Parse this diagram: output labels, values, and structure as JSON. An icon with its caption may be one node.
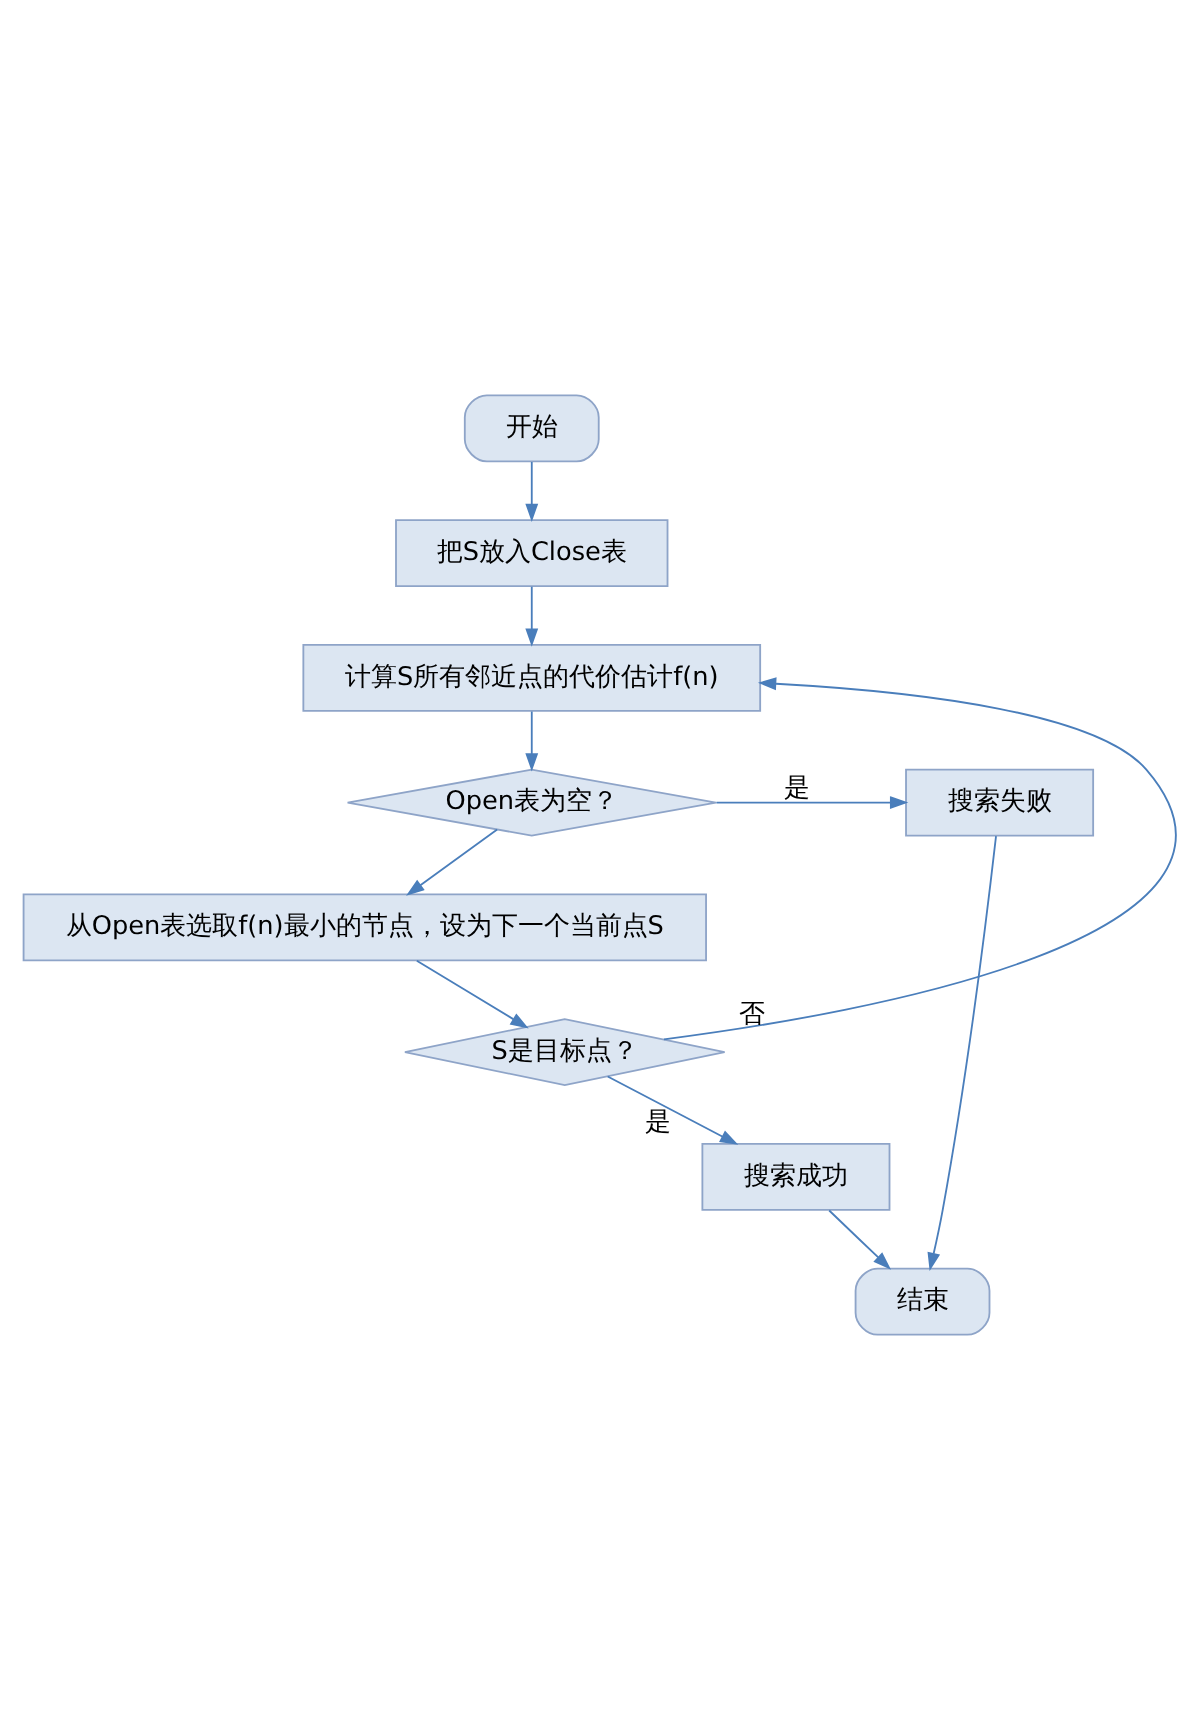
{
  "diagram": {
    "nodes": [
      {
        "text": [
          "开始"
        ]
      },
      {
        "text": [
          "把S放入Close表"
        ]
      },
      {
        "text": [
          "计算S所有邻近点的代价估计f(n)"
        ]
      },
      {
        "text": [
          "Open表为空？"
        ]
      },
      {
        "text": [
          "搜索失败"
        ]
      },
      {
        "text": [
          "从Open表选取f(n)最小的节点，设为下一个当前点S"
        ]
      },
      {
        "text": [
          "S是目标点？"
        ]
      },
      {
        "text": [
          "搜索成功"
        ]
      },
      {
        "text": [
          "结束"
        ]
      }
    ],
    "edges": [
      {
        "from": 0,
        "to": 1,
        "arrow": "to"
      },
      {
        "from": 1,
        "to": 2,
        "arrow": "to"
      },
      {
        "from": 2,
        "to": 3,
        "arrow": "to"
      },
      {
        "from": 3,
        "to": 4,
        "arrow": "to",
        "label": "是"
      },
      {
        "from": 3,
        "to": 5,
        "arrow": "to"
      },
      {
        "from": 5,
        "to": 6,
        "arrow": "to"
      },
      {
        "from": 6,
        "to": 2,
        "arrow": "to",
        "label": "否"
      },
      {
        "from": 6,
        "to": 7,
        "arrow": "to",
        "label": "是"
      },
      {
        "from": 7,
        "to": 8,
        "arrow": "to"
      },
      {
        "from": 4,
        "to": 8,
        "arrow": "to"
      }
    ]
  }
}
